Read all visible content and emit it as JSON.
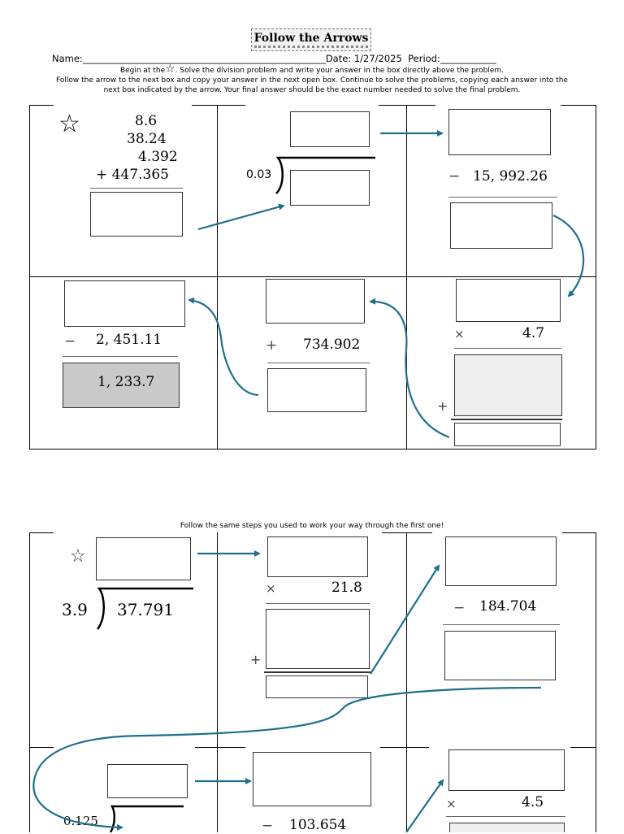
{
  "header": {
    "title": "Follow the Arrows",
    "name_label": "Name:",
    "name_blank": "____________________________________________________",
    "date_label": "Date:",
    "date_value": "1/27/2025",
    "period_label": "Period:",
    "period_blank": "____________"
  },
  "instructions": {
    "line1_a": "Begin at the",
    "line1_b": ". Solve the division problem and write your answer in the box directly above the problem.",
    "line2": "Follow the arrow to the next box and copy your answer in the next open box. Continue to solve the problems, copying each answer into the",
    "line3": "next box indicated by the arrow. Your final answer should be the exact number needed to solve the final problem."
  },
  "puzzle1": {
    "addition": [
      "8.6",
      "38.24",
      "4.392",
      "+ 447.365"
    ],
    "divisor": "0.03",
    "subtract1": "15, 992.26",
    "multiply_factor": "4.7",
    "add_value": "734.902",
    "subtract2": "2, 451.11",
    "final_answer": "1, 233.7"
  },
  "between_note": "Follow the same steps you used to work your way through the first one!",
  "puzzle2": {
    "divisor": "3.9",
    "dividend": "37.791",
    "multiply_factor": "21.8",
    "subtract1": "184.704",
    "divisor2": "0.125",
    "subtract2": "103.654",
    "multiply_factor2": "4.5"
  },
  "symbols": {
    "star": "☆",
    "minus": "−",
    "plus": "+",
    "times": "×"
  },
  "colors": {
    "arrow": "#1f6f8b"
  }
}
